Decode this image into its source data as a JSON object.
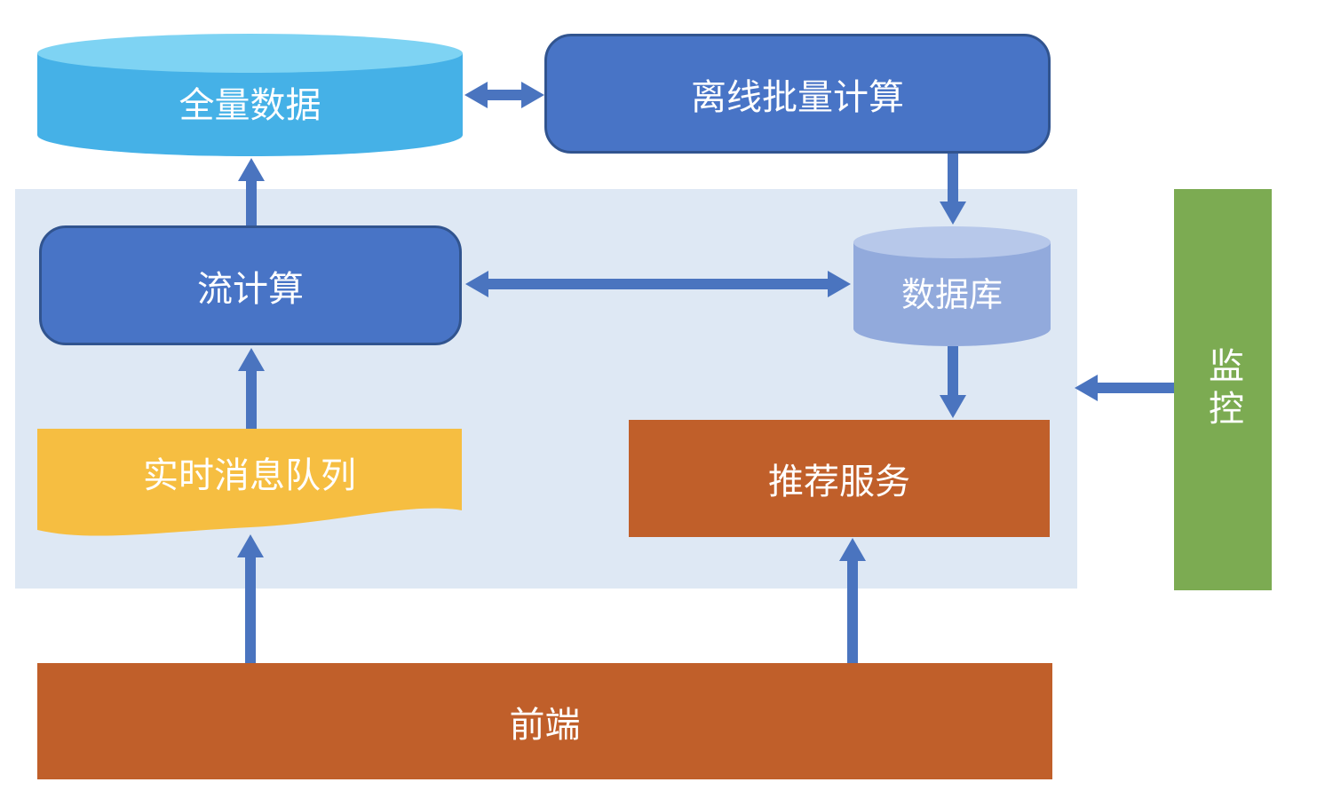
{
  "diagram": {
    "panel_color": "#DEE8F4",
    "arrow_color": "#4A74BF",
    "nodes": {
      "full_data": {
        "label": "全量数据",
        "shape": "cylinder",
        "color": "#45B1E7",
        "top_color": "#7ED3F3"
      },
      "offline_batch": {
        "label": "离线批量计算",
        "shape": "rounded-rect",
        "color": "#4874C6",
        "border_color": "#31548F"
      },
      "stream_compute": {
        "label": "流计算",
        "shape": "rounded-rect",
        "color": "#4874C6",
        "border_color": "#31548F"
      },
      "database": {
        "label": "数据库",
        "shape": "cylinder",
        "color": "#92AADC",
        "top_color": "#B7C8EA"
      },
      "realtime_queue": {
        "label": "实时消息队列",
        "shape": "wave",
        "color": "#F6BE41"
      },
      "recommend_service": {
        "label": "推荐服务",
        "shape": "rect",
        "color": "#C05F2A"
      },
      "frontend": {
        "label": "前端",
        "shape": "rect",
        "color": "#C05F2A"
      },
      "monitoring": {
        "label": "监控",
        "shape": "rect",
        "color": "#7CAB52"
      }
    },
    "edges": [
      {
        "from": "full_data",
        "to": "offline_batch",
        "direction": "both"
      },
      {
        "from": "offline_batch",
        "to": "database",
        "direction": "down"
      },
      {
        "from": "stream_compute",
        "to": "database",
        "direction": "both"
      },
      {
        "from": "database",
        "to": "recommend_service",
        "direction": "down"
      },
      {
        "from": "stream_compute",
        "to": "full_data",
        "direction": "up"
      },
      {
        "from": "realtime_queue",
        "to": "stream_compute",
        "direction": "up"
      },
      {
        "from": "frontend",
        "to": "realtime_queue",
        "direction": "up"
      },
      {
        "from": "frontend",
        "to": "recommend_service",
        "direction": "up"
      },
      {
        "from": "monitoring",
        "to": "panel",
        "direction": "left"
      }
    ]
  }
}
